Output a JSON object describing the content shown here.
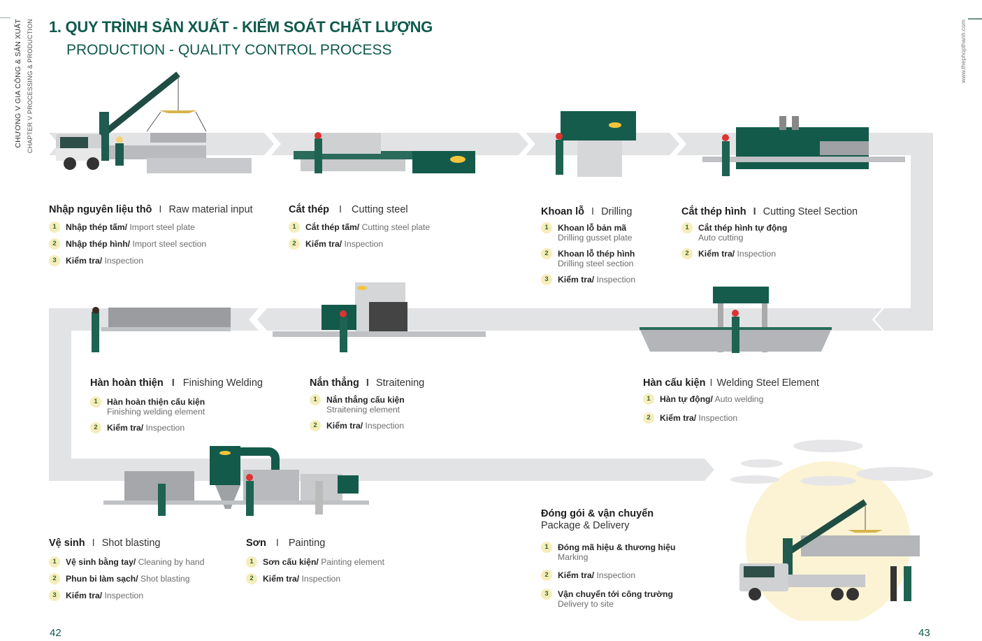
{
  "sidebar": {
    "chapter_vn": "CHƯƠNG V   GIA CÔNG & SẢN XUẤT",
    "chapter_en": "CHAPTER V   PROCESSING & PRODUCTION",
    "website": "www.thephopthanh.com"
  },
  "header": {
    "title_vn": "1. QUY TRÌNH SẢN XUẤT - KIỂM SOÁT CHẤT LƯỢNG",
    "title_en": "PRODUCTION - QUALITY CONTROL PROCESS"
  },
  "colors": {
    "brand_green": "#0f5a4c",
    "band_gray": "#e2e3e5",
    "bullet_yellow": "#f6edbb",
    "sun_yellow": "#fbf3d3"
  },
  "steps": [
    {
      "title_vn": "Nhập nguyên liệu thô",
      "title_en": "Raw material input",
      "sep": "I",
      "items": [
        {
          "n": "1",
          "vn": "Nhập thép tấm/",
          "en": "Import steel plate"
        },
        {
          "n": "2",
          "vn": "Nhập thép hình/",
          "en": "Import steel section"
        },
        {
          "n": "3",
          "vn": "Kiểm tra/",
          "en": "Inspection"
        }
      ]
    },
    {
      "title_vn": "Cắt thép",
      "title_en": "Cutting steel",
      "sep": "I",
      "items": [
        {
          "n": "1",
          "vn": "Cắt thép tấm/",
          "en": "Cutting steel plate"
        },
        {
          "n": "2",
          "vn": "Kiểm tra/",
          "en": "Inspection"
        }
      ]
    },
    {
      "title_vn": "Khoan lỗ",
      "title_en": "Drilling",
      "sep": "I",
      "items": [
        {
          "n": "1",
          "vn": "Khoan lỗ bản mã",
          "en": "Drilling gusset plate"
        },
        {
          "n": "2",
          "vn": "Khoan lỗ thép hình",
          "en": "Drilling steel section"
        },
        {
          "n": "3",
          "vn": "Kiểm tra/",
          "en": "Inspection"
        }
      ]
    },
    {
      "title_vn": "Cắt thép hình",
      "title_en": "Cutting Steel Section",
      "sep": "I",
      "items": [
        {
          "n": "1",
          "vn": "Cắt thép hình tự động",
          "en": "Auto cutting"
        },
        {
          "n": "2",
          "vn": "Kiểm tra/",
          "en": "Inspection"
        }
      ]
    },
    {
      "title_vn": "Hàn cấu kiện",
      "title_en": "Welding Steel Element",
      "sep": "I",
      "items": [
        {
          "n": "1",
          "vn": "Hàn tự động/",
          "en": "Auto welding"
        },
        {
          "n": "2",
          "vn": "Kiểm tra/",
          "en": "Inspection"
        }
      ]
    },
    {
      "title_vn": "Nắn thẳng",
      "title_en": "Straitening",
      "sep": "I",
      "items": [
        {
          "n": "1",
          "vn": "Nắn thẳng cấu kiện",
          "en": "Straitening element"
        },
        {
          "n": "2",
          "vn": "Kiểm tra/",
          "en": "Inspection"
        }
      ]
    },
    {
      "title_vn": "Hàn hoàn thiện",
      "title_en": "Finishing Welding",
      "sep": "I",
      "items": [
        {
          "n": "1",
          "vn": "Hàn hoàn thiện cấu kiện",
          "en": "Finishing welding element"
        },
        {
          "n": "2",
          "vn": "Kiểm tra/",
          "en": "Inspection"
        }
      ]
    },
    {
      "title_vn": "Vệ sinh",
      "title_en": "Shot blasting",
      "sep": "I",
      "items": [
        {
          "n": "1",
          "vn": "Vệ sinh bằng tay/",
          "en": "Cleaning by hand"
        },
        {
          "n": "2",
          "vn": "Phun bi làm sạch/",
          "en": "Shot blasting"
        },
        {
          "n": "3",
          "vn": "Kiểm tra/",
          "en": "Inspection"
        }
      ]
    },
    {
      "title_vn": "Sơn",
      "title_en": "Painting",
      "sep": "I",
      "items": [
        {
          "n": "1",
          "vn": "Sơn cấu kiện/",
          "en": "Painting element"
        },
        {
          "n": "2",
          "vn": "Kiểm tra/",
          "en": "Inspection"
        }
      ]
    },
    {
      "title_vn": "Đóng gói & vận chuyển",
      "title_en": "Package & Delivery",
      "sep": "",
      "items": [
        {
          "n": "1",
          "vn": "Đóng mã hiệu & thương hiệu",
          "en": "Marking"
        },
        {
          "n": "2",
          "vn": "Kiểm tra/",
          "en": "Inspection"
        },
        {
          "n": "3",
          "vn": "Vận chuyển tới công trường",
          "en": "Delivery to site"
        }
      ]
    }
  ],
  "footer": {
    "page_left": "42",
    "page_right": "43"
  }
}
